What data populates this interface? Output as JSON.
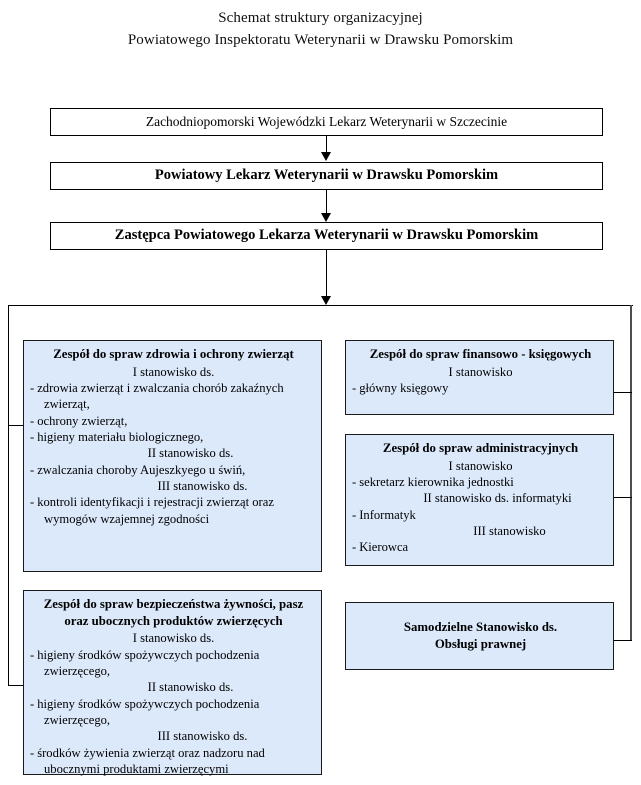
{
  "title": {
    "line1": "Schemat struktury organizacyjnej",
    "line2": "Powiatowego Inspektoratu Weterynarii w Drawsku Pomorskim"
  },
  "colors": {
    "unit_fill": "#dce9fb",
    "border": "#000000",
    "page_bg": "#ffffff"
  },
  "hierarchy": {
    "level1": "Zachodniopomorski Wojewódzki Lekarz Weterynarii w Szczecinie",
    "level2": "Powiatowy Lekarz Weterynarii w Drawsku Pomorskim",
    "level3": "Zastępca Powiatowego Lekarza Weterynarii w Drawsku Pomorskim"
  },
  "units": {
    "health": {
      "title": "Zespół do spraw zdrowia i ochrony zwierząt",
      "post1": "I stanowisko ds.",
      "item1": "zdrowia zwierząt i zwalczania chorób zakaźnych",
      "item1_cont": "zwierząt,",
      "item2": "ochrony zwierząt,",
      "item3": "higieny materiału biologicznego,",
      "post2": "II stanowisko ds.",
      "item4": "zwalczania choroby Aujeszkyego u świń,",
      "post3": "III stanowisko ds.",
      "item5": "kontroli identyfikacji i rejestracji zwierząt oraz",
      "item5_cont": "wymogów wzajemnej zgodności"
    },
    "food_safety": {
      "title_l1": "Zespół do spraw bezpieczeństwa żywności, pasz",
      "title_l2": "oraz ubocznych produktów zwierzęcych",
      "post1": "I stanowisko ds.",
      "item1": "higieny środków spożywczych pochodzenia",
      "item1_cont": "zwierzęcego,",
      "post2": "II stanowisko ds.",
      "item2": "higieny środków spożywczych pochodzenia",
      "item2_cont": "zwierzęcego,",
      "post3": "III stanowisko ds.",
      "item3": "środków żywienia zwierząt oraz nadzoru nad",
      "item3_cont": "ubocznymi produktami zwierzęcymi"
    },
    "finance": {
      "title": "Zespół do spraw finansowo - księgowych",
      "post1": "I stanowisko",
      "item1": "główny księgowy"
    },
    "administration": {
      "title": "Zespół do spraw administracyjnych",
      "post1": "I stanowisko",
      "item1": "sekretarz kierownika jednostki",
      "post2": "II stanowisko ds. informatyki",
      "item2": "Informatyk",
      "post3": "III stanowisko",
      "item3": "Kierowca"
    },
    "legal": {
      "line1": "Samodzielne Stanowisko ds.",
      "line2": "Obsługi prawnej"
    }
  },
  "symbols": {
    "dash": "-"
  }
}
